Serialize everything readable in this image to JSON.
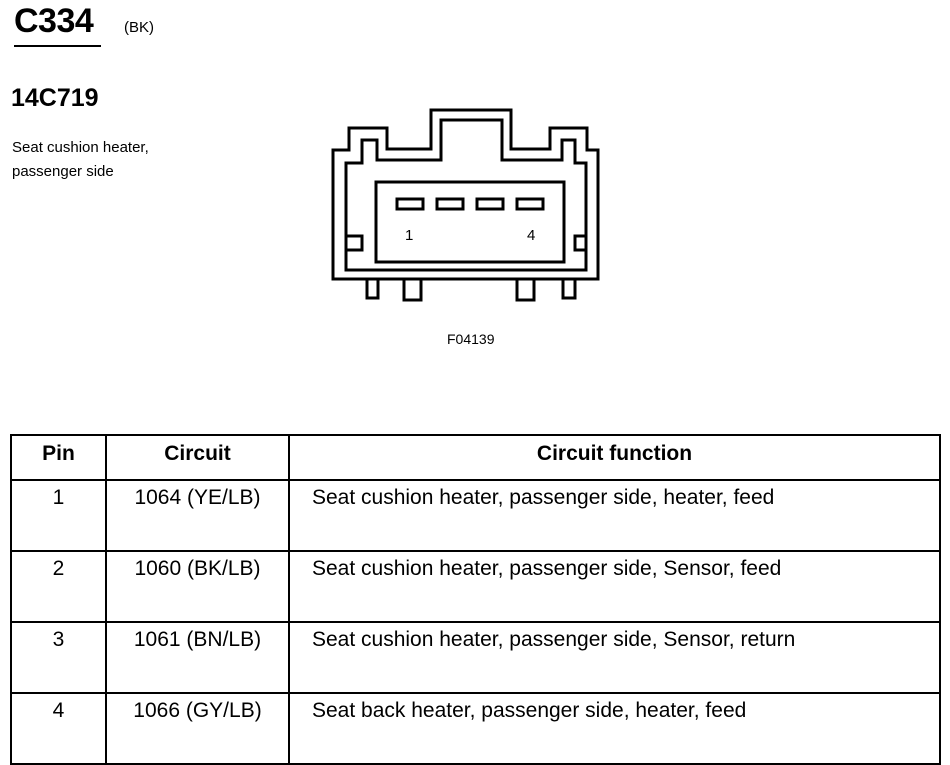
{
  "connector": {
    "id": "C334",
    "color_code": "(BK)",
    "part_number": "14C719",
    "description_line1": "Seat cushion heater,",
    "description_line2": "passenger side"
  },
  "diagram": {
    "pin_first": "1",
    "pin_last": "4",
    "figure_code": "F04139"
  },
  "table": {
    "headers": {
      "pin": "Pin",
      "circuit": "Circuit",
      "function": "Circuit function"
    },
    "rows": [
      {
        "pin": "1",
        "circuit": "1064 (YE/LB)",
        "function": "Seat cushion heater, passenger side, heater, feed"
      },
      {
        "pin": "2",
        "circuit": "1060 (BK/LB)",
        "function": "Seat cushion heater, passenger side, Sensor, feed"
      },
      {
        "pin": "3",
        "circuit": "1061 (BN/LB)",
        "function": "Seat cushion heater, passenger side, Sensor, return"
      },
      {
        "pin": "4",
        "circuit": "1066 (GY/LB)",
        "function": "Seat back heater, passenger side, heater, feed"
      }
    ]
  }
}
